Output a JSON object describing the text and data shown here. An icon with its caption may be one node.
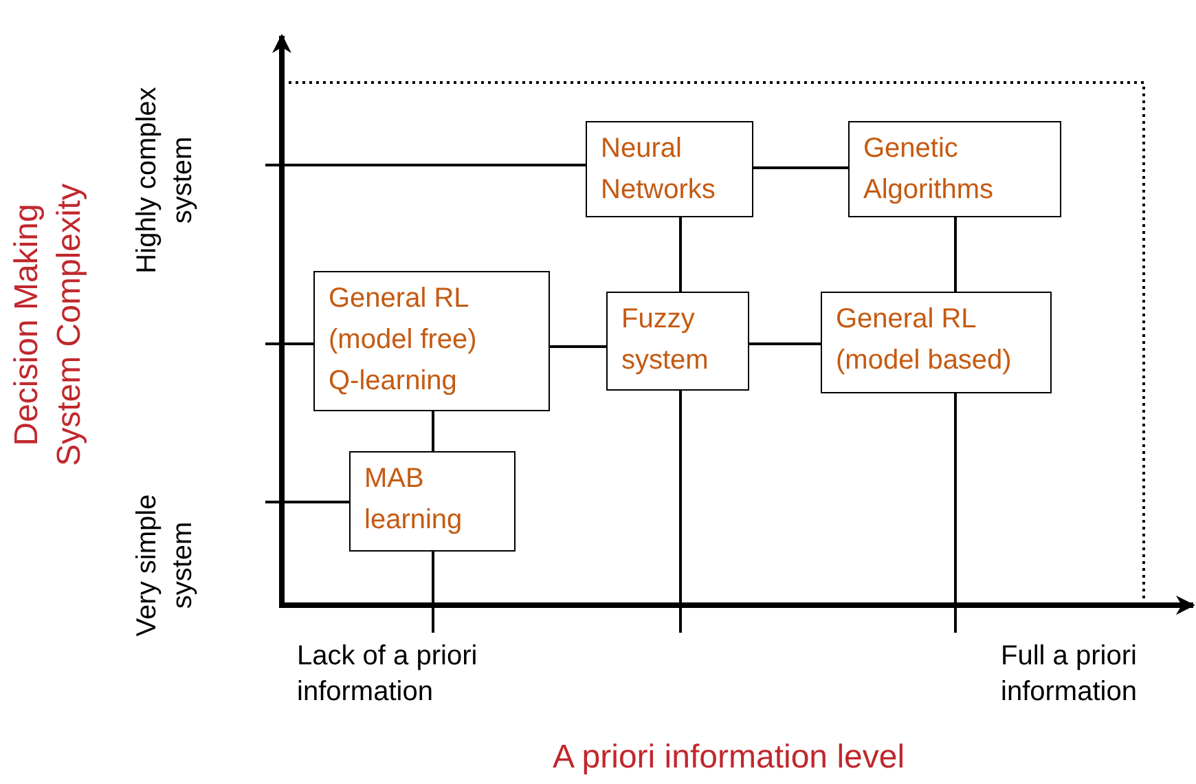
{
  "diagram": {
    "nodes": [
      {
        "text": [
          "Neural Networks"
        ]
      },
      {
        "text": [
          "Genetic Algorithms"
        ]
      },
      {
        "text": [
          "General RL (model free) Q-learning"
        ]
      },
      {
        "text": [
          "Fuzzy system"
        ]
      },
      {
        "text": [
          "General RL (model based)"
        ]
      },
      {
        "text": [
          "MAB learning"
        ]
      }
    ],
    "edges": [
      {
        "from": null,
        "to": 0,
        "arrow": "none"
      },
      {
        "from": 0,
        "to": 1,
        "arrow": "none"
      },
      {
        "from": 0,
        "to": 3,
        "arrow": "none"
      },
      {
        "from": 1,
        "to": 4,
        "arrow": "none"
      },
      {
        "from": null,
        "to": 2,
        "arrow": "none"
      },
      {
        "from": 2,
        "to": 3,
        "arrow": "none"
      },
      {
        "from": 3,
        "to": 4,
        "arrow": "none"
      },
      {
        "from": 2,
        "to": 5,
        "arrow": "none"
      },
      {
        "from": null,
        "to": 5,
        "arrow": "none"
      },
      {
        "from": 3,
        "to": null,
        "arrow": "none"
      },
      {
        "from": 4,
        "to": null,
        "arrow": "none"
      },
      {
        "from": 5,
        "to": null,
        "arrow": "none"
      }
    ],
    "labels": [
      "Decision Making System Complexity",
      "Highly complex system",
      "Very simple system",
      "Lack of a priori information",
      "Full a priori information",
      "A priori information level"
    ]
  }
}
